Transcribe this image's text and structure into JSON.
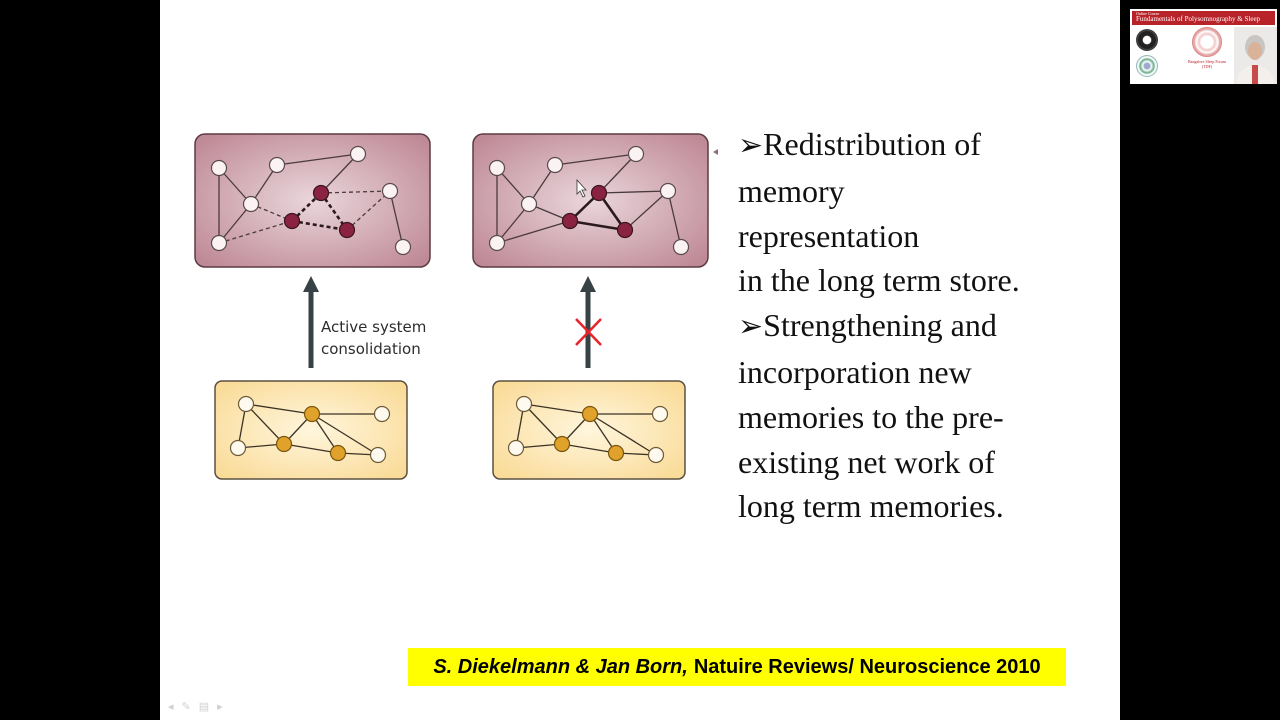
{
  "diagram": {
    "arrow_label_line1": "Active system",
    "arrow_label_line2": "consolidation"
  },
  "bullets": [
    {
      "marker": "➢",
      "lines": [
        "Redistribution  of",
        "memory",
        "representation",
        "in the long term store."
      ]
    },
    {
      "marker": "➢",
      "lines": [
        "Strengthening and",
        "incorporation new",
        "memories to the pre-",
        "existing net work of",
        "long term memories."
      ]
    }
  ],
  "citation": {
    "authors": "S. Diekelmann & Jan Born,",
    "journal": "Natuire Reviews/ Neuroscience 2010"
  },
  "webinar": {
    "banner_small": "Online Course",
    "banner_title": "Fundamentals of Polysomnography & Sleep",
    "forum_line1": "Bangalore Sleep Forum",
    "forum_line2": "(TDF)"
  },
  "colors": {
    "ltm_box": "#c08d99",
    "stm_box": "#fbe3a8",
    "ltm_node": "#8a2342",
    "stm_node": "#e0a22a",
    "arrow": "#364245",
    "cross": "#e8232a",
    "citation_bg": "#ffff00",
    "banner": "#b8232a"
  },
  "icons": [
    "cross-icon",
    "arrow-up-icon",
    "pointer-cursor-icon"
  ]
}
